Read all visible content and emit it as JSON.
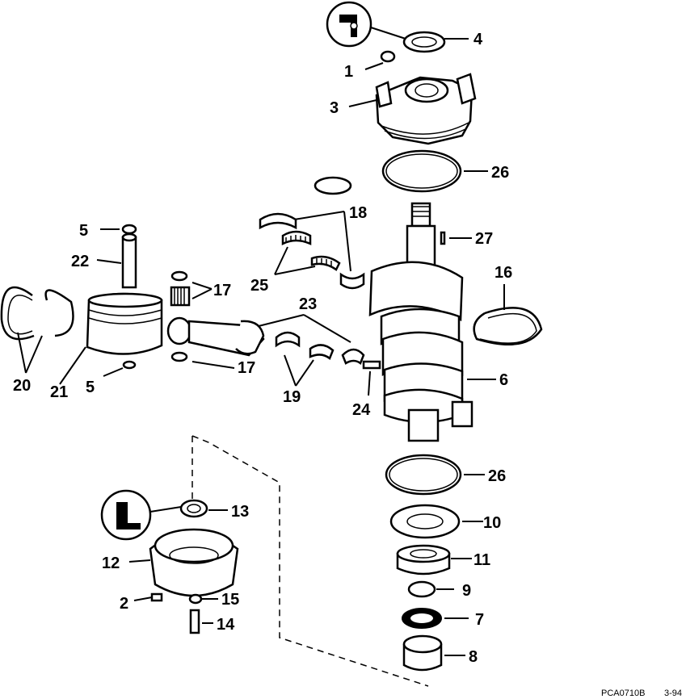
{
  "labels": {
    "l1": "1",
    "l2": "2",
    "l3": "3",
    "l4": "4",
    "l5a": "5",
    "l5b": "5",
    "l6": "6",
    "l7": "7",
    "l8": "8",
    "l9": "9",
    "l10": "10",
    "l11": "11",
    "l12": "12",
    "l13": "13",
    "l14": "14",
    "l15": "15",
    "l16": "16",
    "l17a": "17",
    "l17b": "17",
    "l18": "18",
    "l19": "19",
    "l20": "20",
    "l21": "21",
    "l22": "22",
    "l23": "23",
    "l24": "24",
    "l25": "25",
    "l26a": "26",
    "l26b": "26",
    "l27": "27"
  },
  "footer": {
    "code": "PCA0710B",
    "page": "3-94"
  }
}
